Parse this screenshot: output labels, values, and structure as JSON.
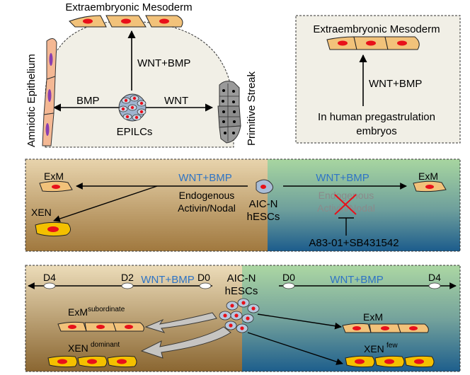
{
  "panelA": {
    "top_label": "Extraembryonic Mesoderm",
    "up_arrow": "WNT+BMP",
    "left_arrow": "BMP",
    "right_arrow": "WNT",
    "center_label": "EPILCs",
    "left_side": "Amniotic Epithelium",
    "right_side": "Primitive Streak"
  },
  "panelB": {
    "title": "Extraembryonic Mesoderm",
    "arrow_label": "WNT+BMP",
    "note_line1": "In human pregastrulation",
    "note_line2": "embryos"
  },
  "panelC": {
    "left_signal": "WNT+BMP",
    "endogenous_line1": "Endogenous",
    "endogenous_line2": "Activin/Nodal",
    "right_signal": "WNT+BMP",
    "endogenous_faded_line1": "Endogenous",
    "endogenous_faded_line2": "Activin/Nodal",
    "center_line1": "AIC-N",
    "center_line2": "hESCs",
    "exm_left": "ExM",
    "exm_right": "ExM",
    "xen": "XEN",
    "inhibitors": "A83-01+SB431542"
  },
  "panelD": {
    "d4_left": "D4",
    "d2_left": "D2",
    "d0_left": "D0",
    "signal_left": "WNT+BMP",
    "center_line1": "AIC-N",
    "center_line2": "hESCs",
    "d0_right": "D0",
    "signal_right": "WNT+BMP",
    "d4_right": "D4",
    "exm_left": "ExM",
    "exm_left_sup": "subordinate",
    "xen_left": "XEN",
    "xen_left_sup": "dominant",
    "exm_right": "ExM",
    "xen_right": "XEN",
    "xen_right_sup": "few"
  },
  "colors": {
    "signal_blue": "#2e74c5",
    "cell_body": "#f2c27a",
    "xen_body": "#f4c000",
    "nucleus": "#e8101a",
    "amnion_nucleus": "#8a3fb0",
    "bg_tan": "#c9a66b",
    "bg_green": "#9fcf9a",
    "bg_blue": "#1f5f8a"
  }
}
